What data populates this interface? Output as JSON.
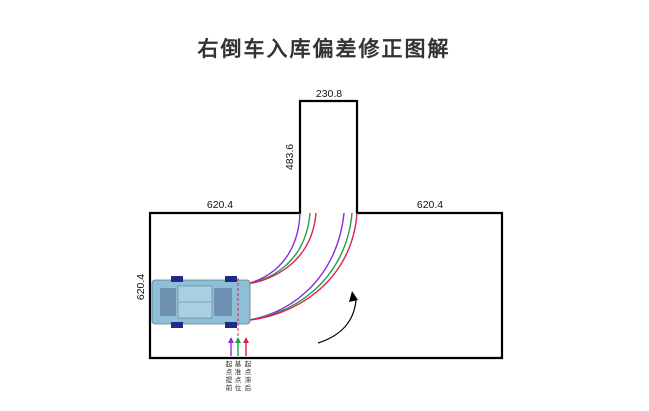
{
  "title": "右倒车入库偏差修正图解",
  "dimensions": {
    "garage_width": "230.8",
    "garage_depth": "483.6",
    "road_left_width": "620.4",
    "road_right_width": "620.4",
    "road_height": "620.4"
  },
  "markers": [
    {
      "chars": [
        "起",
        "点",
        "提",
        "前"
      ],
      "color": "#8a2be2"
    },
    {
      "chars": [
        "基",
        "准",
        "点",
        "位"
      ],
      "color": "#16a34a"
    },
    {
      "chars": [
        "起",
        "点",
        "滞",
        "后"
      ],
      "color": "#e11d48"
    }
  ],
  "paths": [
    {
      "key": "early",
      "color": "#8a2be2"
    },
    {
      "key": "base",
      "color": "#16a34a"
    },
    {
      "key": "late",
      "color": "#e11d48"
    }
  ],
  "colors": {
    "car_body": "#8fbfd6",
    "car_glass": "#6d8fb0",
    "wheel": "#1e2b8a",
    "arrow": "#000000",
    "wall": "#000000",
    "reference_line": "#e11d48"
  }
}
